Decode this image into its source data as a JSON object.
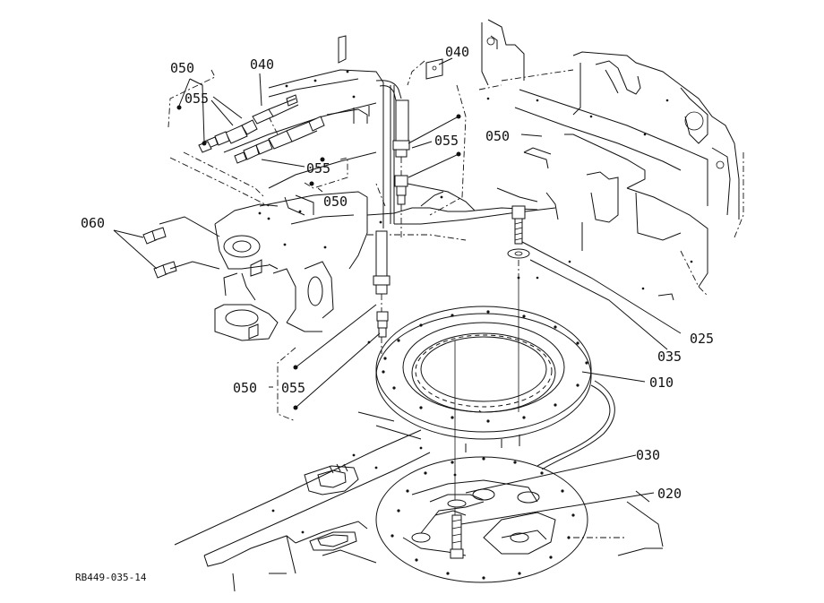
{
  "diagram": {
    "labels": {
      "l050_a": "050",
      "l040_a": "040",
      "l055_a": "055",
      "l055_b": "055",
      "l050_b": "050",
      "l060": "060",
      "l040_b": "040",
      "l055_c": "055",
      "l050_c": "050",
      "l025": "025",
      "l035": "035",
      "l010": "010",
      "l050_d": "050",
      "l055_d": "055",
      "l030": "030",
      "l020": "020"
    },
    "reference_code": "RB449-035-14"
  }
}
